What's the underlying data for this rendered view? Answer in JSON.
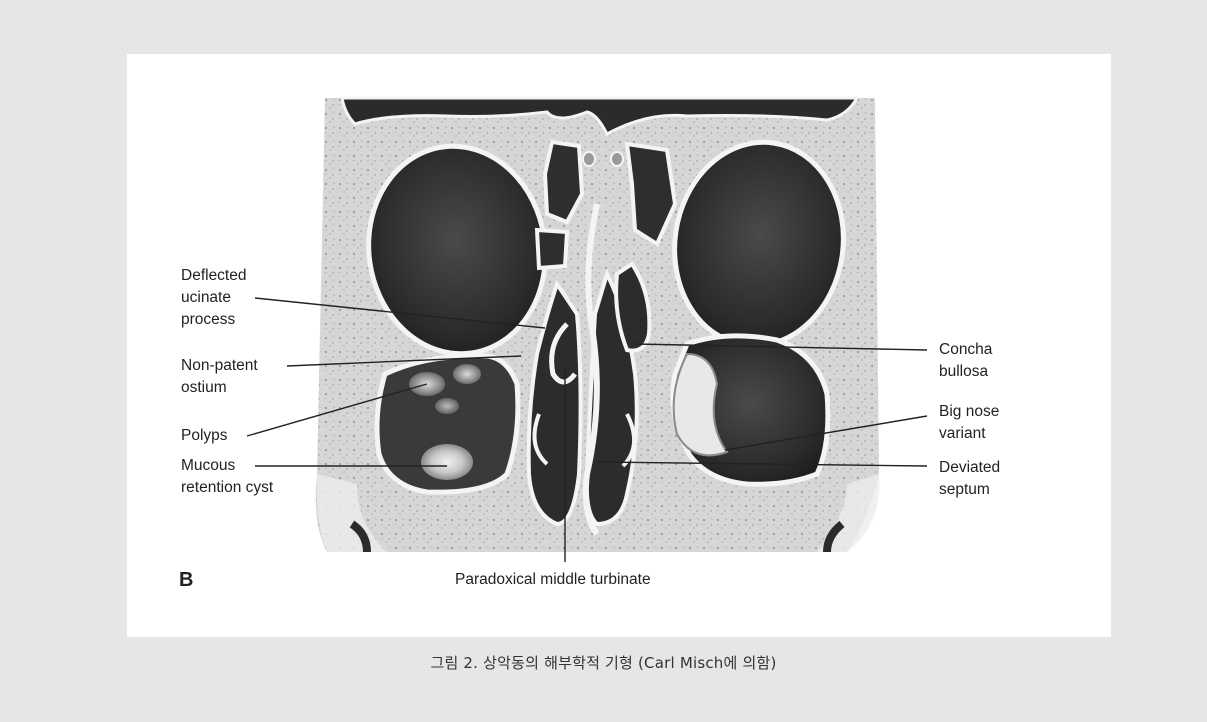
{
  "figure": {
    "panel_letter": "B",
    "labels": {
      "deflected_ucinate_1": "Deflected",
      "deflected_ucinate_2": "ucinate",
      "deflected_ucinate_3": "process",
      "non_patent_ostium_1": "Non-patent",
      "non_patent_ostium_2": "ostium",
      "polyps": "Polyps",
      "mucous_cyst_1": "Mucous",
      "mucous_cyst_2": "retention cyst",
      "concha_bullosa_1": "Concha",
      "concha_bullosa_2": "bullosa",
      "big_nose_variant_1": "Big nose",
      "big_nose_variant_2": "variant",
      "deviated_septum_1": "Deviated",
      "deviated_septum_2": "septum",
      "paradoxical_middle_turbinate": "Paradoxical middle turbinate"
    },
    "colors": {
      "page_background": "#e6e6e6",
      "card_background": "#ffffff",
      "bone_texture": "#d4d4d4",
      "cavity_dark": "#2c2c2c",
      "mucosa_light": "#f2f2f2",
      "label_text": "#222222"
    }
  },
  "caption": "그림 2. 상악동의 해부학적 기형 (Carl Misch에 의함)"
}
